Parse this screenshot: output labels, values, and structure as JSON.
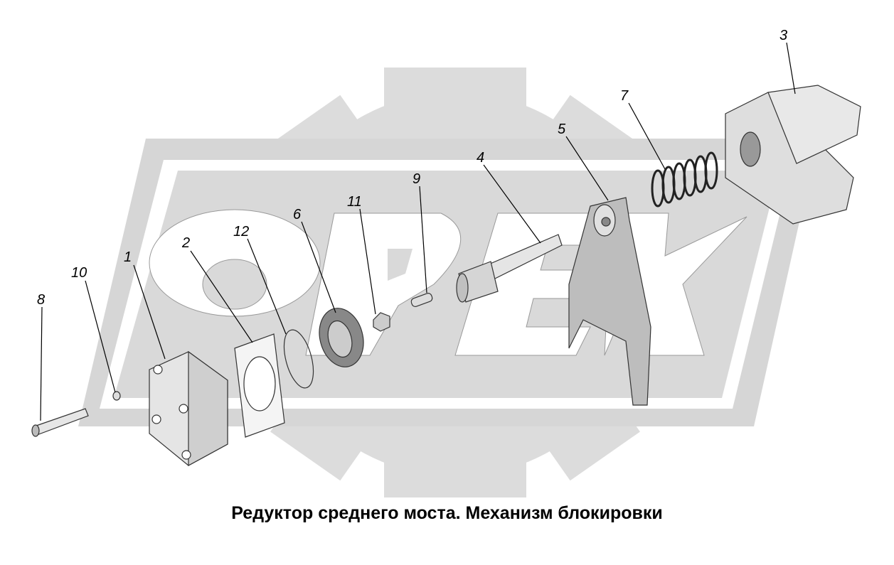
{
  "watermark": {
    "text": "OPEK",
    "color": "#d8d8d8"
  },
  "labels": {
    "p1": "1",
    "p2": "2",
    "p3": "3",
    "p4": "4",
    "p5": "5",
    "p6": "6",
    "p7": "7",
    "p8": "8",
    "p9": "9",
    "p10": "10",
    "p11": "11",
    "p12": "12"
  },
  "caption": "Редуктор среднего моста. Механизм блокировки"
}
